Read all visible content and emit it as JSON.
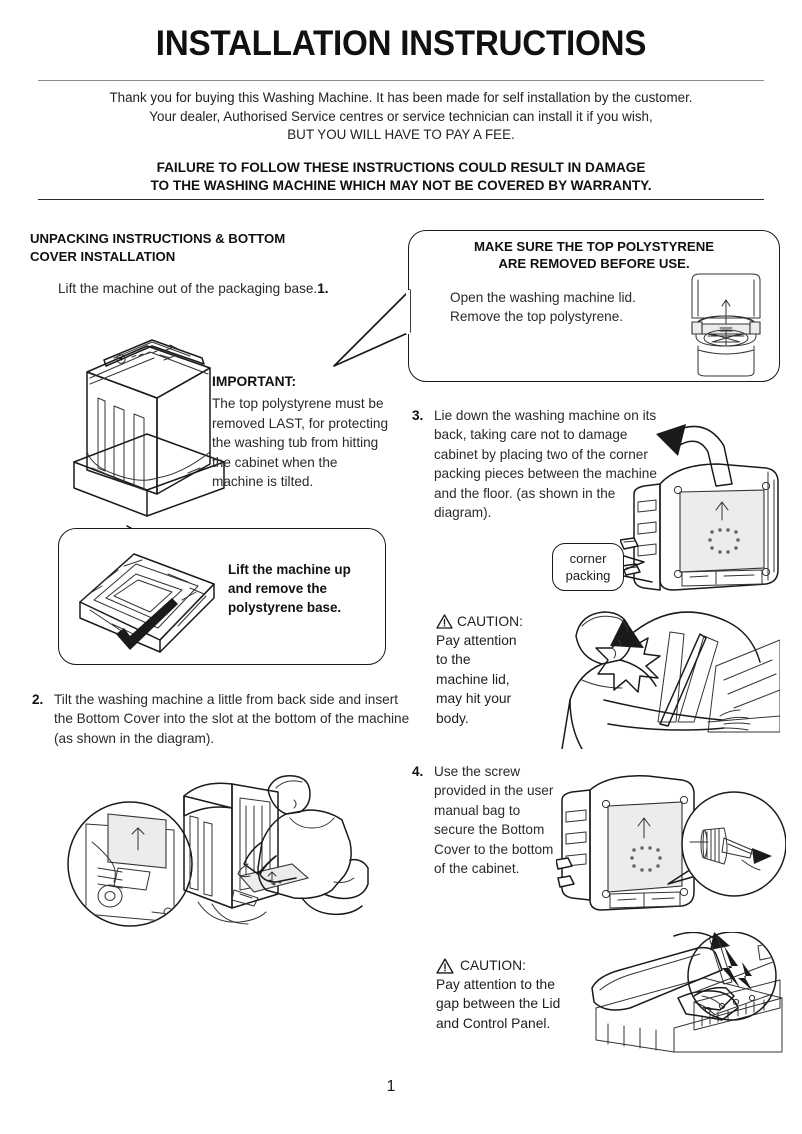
{
  "document": {
    "title": "INSTALLATION INSTRUCTIONS",
    "page_number": "1"
  },
  "intro": {
    "line1": "Thank you for buying this Washing Machine. It has been made for self installation by the customer.",
    "line2": "Your dealer, Authorised Service centres or service technician can install it if you wish,",
    "line3": "BUT YOU WILL HAVE TO PAY A FEE."
  },
  "warning": {
    "line1": "FAILURE TO FOLLOW THESE INSTRUCTIONS COULD RESULT IN DAMAGE",
    "line2": "TO THE WASHING MACHINE WHICH MAY NOT BE COVERED BY WARRANTY."
  },
  "left_column": {
    "section_heading_line1": "UNPACKING INSTRUCTIONS & BOTTOM",
    "section_heading_line2": "COVER INSTALLATION",
    "step1_text": "Lift the machine out of the packaging base.",
    "step1_number": "1.",
    "important": {
      "label": "IMPORTANT:",
      "body": "The top polystyrene must be removed LAST, for protecting the washing tub from hitting the cabinet when the machine is tilted."
    },
    "base_callout": {
      "line1": "Lift the machine up",
      "line2": "and remove the",
      "line3": "polystyrene base."
    },
    "step2": {
      "number": "2.",
      "text": "Tilt the washing machine a little from back side and insert the Bottom Cover into the slot at the bottom of the machine (as shown in the diagram)."
    }
  },
  "right_column": {
    "top_bubble": {
      "title_line1": "MAKE SURE THE TOP POLYSTYRENE",
      "title_line2": "ARE REMOVED BEFORE USE.",
      "body_line1": "Open the washing machine lid.",
      "body_line2": "Remove the top polystyrene."
    },
    "step3": {
      "number": "3.",
      "text": "Lie down the washing machine on its back, taking care not to damage cabinet by placing two of the corner packing pieces between the machine and the floor. (as shown in the diagram)."
    },
    "corner_packing_label": {
      "line1": "corner",
      "line2": "packing"
    },
    "caution1": {
      "label": "CAUTION:",
      "line1": "Pay attention",
      "line2": "to the",
      "line3": "machine lid,",
      "line4": "may hit your",
      "line5": "body."
    },
    "step4": {
      "number": "4.",
      "text": "Use the screw provided in the user manual bag to secure the Bottom Cover to the bottom of the cabinet."
    },
    "caution2": {
      "label": "CAUTION:",
      "line1": "Pay attention to the",
      "line2": "gap between the Lid",
      "line3": "and Control Panel."
    }
  },
  "colors": {
    "ink": "#1a1a1a",
    "text": "#2a2a2a",
    "rule": "#8c8c8c",
    "panel_fill": "#ececec"
  }
}
